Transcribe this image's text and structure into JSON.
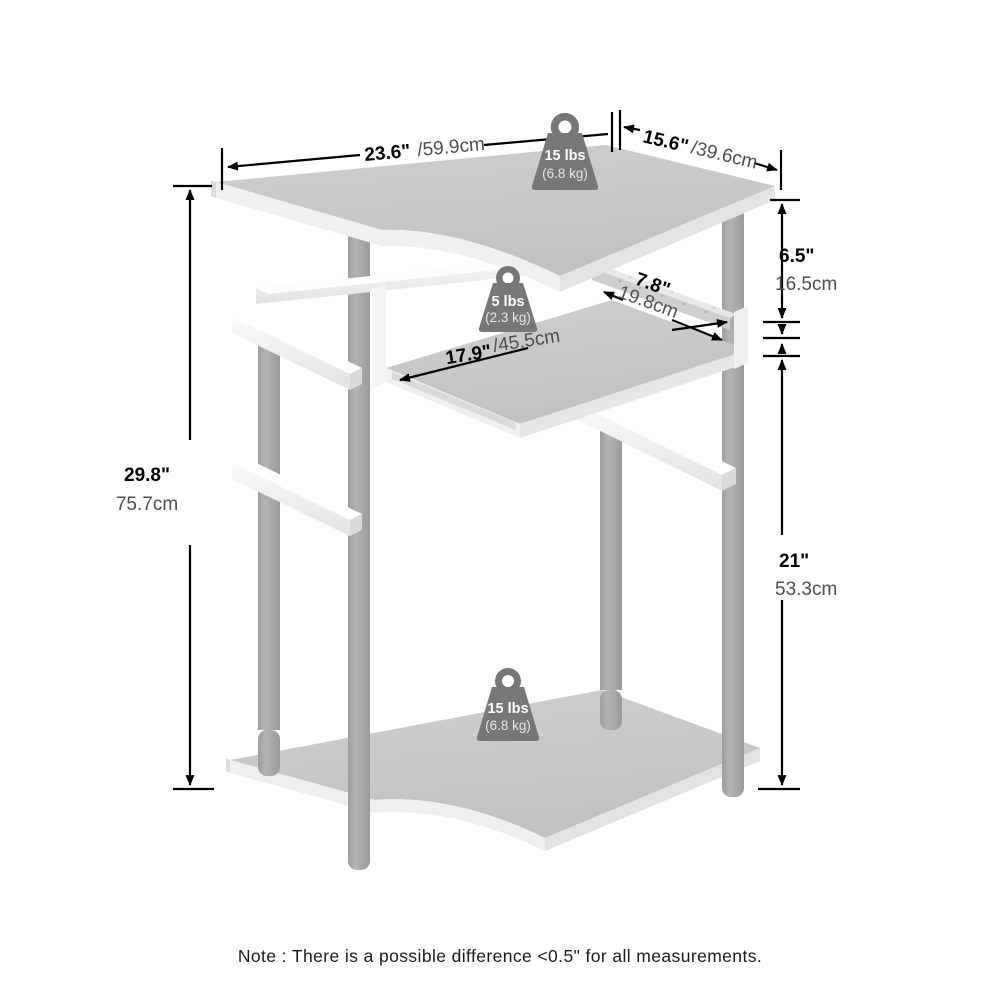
{
  "product": {
    "type": "computer-desk-with-keyboard-tray",
    "view": "isometric-dimension-diagram"
  },
  "dimensions": {
    "width": {
      "inches": "23.6\"",
      "cm": "/59.9cm",
      "separator": "/"
    },
    "depth": {
      "inches": "15.6\"",
      "cm": "/39.6cm",
      "separator": "/"
    },
    "total_height": {
      "inches": "29.8\"",
      "cm": "75.7cm"
    },
    "top_clearance": {
      "inches": "6.5\"",
      "cm": "16.5cm"
    },
    "lower_clearance": {
      "inches": "21\"",
      "cm": "53.3cm"
    },
    "tray_width": {
      "inches": "17.9\"",
      "cm": "/45.5cm",
      "separator": "/"
    },
    "tray_depth": {
      "inches": "7.8\"",
      "cm": "19.8cm"
    }
  },
  "weight_badges": [
    {
      "id": "top-shelf",
      "lbs": "15 lbs",
      "kg": "(6.8 kg)"
    },
    {
      "id": "keyboard-tray",
      "lbs": "5 lbs",
      "kg": "(2.3 kg)"
    },
    {
      "id": "bottom-shelf",
      "lbs": "15 lbs",
      "kg": "(6.8 kg)"
    }
  ],
  "footer": {
    "note": "Note : There is a possible difference <0.5\" for all measurements."
  },
  "colors": {
    "panel_top": "#c9c9c9",
    "panel_edge": "#efefef",
    "panel_side": "#dcdcdc",
    "leg": "#a9a9a9",
    "leg_light": "#b8b8b8",
    "rail": "#f2f2f2",
    "rail_shade": "#d6d6d6",
    "badge": "#777777",
    "dimension_line": "#000000",
    "background": "#ffffff"
  }
}
